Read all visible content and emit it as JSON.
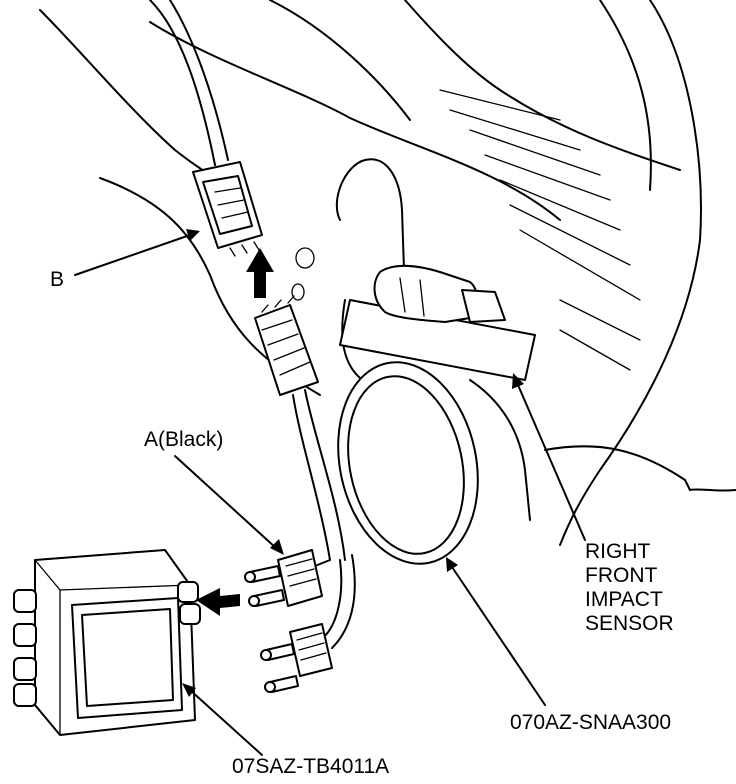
{
  "labels": {
    "b": "B",
    "a": "A(Black)",
    "sensor_line1": "RIGHT",
    "sensor_line2": "FRONT",
    "sensor_line3": "IMPACT",
    "sensor_line4": "SENSOR",
    "harness": "070AZ-SNAA300",
    "box": "07SAZ-TB4011A"
  },
  "colors": {
    "line": "#000000",
    "background": "#ffffff"
  }
}
